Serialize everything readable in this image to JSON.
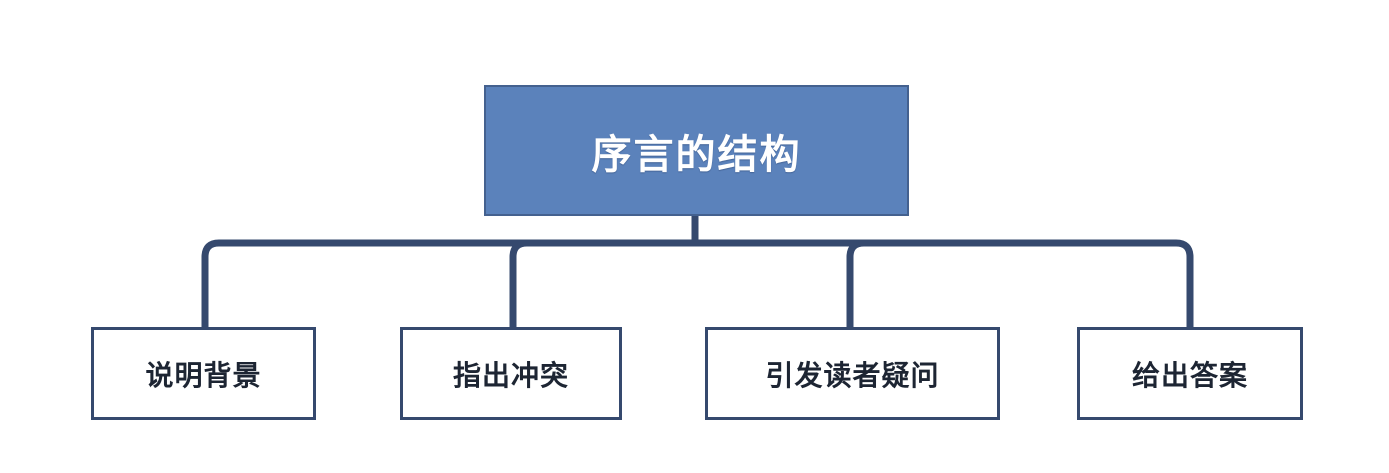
{
  "diagram": {
    "type": "tree",
    "title": "序言的结构",
    "root": {
      "label": "序言的结构",
      "fill_color": "#5b82bb",
      "border_color": "#44618f",
      "text_color": "#ffffff"
    },
    "branch_color": "#35496e",
    "children": [
      {
        "label": "说明背景"
      },
      {
        "label": "指出冲突"
      },
      {
        "label": "引发读者疑问"
      },
      {
        "label": "给出答案"
      }
    ]
  }
}
